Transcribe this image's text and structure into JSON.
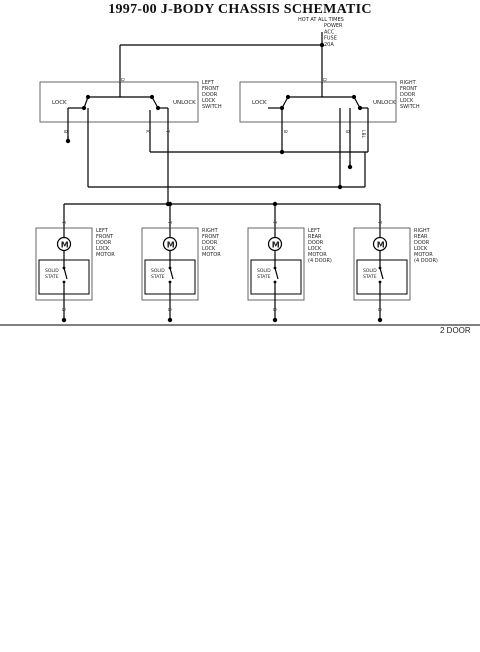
{
  "title": "1997-00 J-BODY CHASSIS SCHEMATIC",
  "power": {
    "line1": "HOT AT ALL TIMES",
    "line2": "POWER",
    "line3": "ACC",
    "line4": "FUSE",
    "line5": "20A"
  },
  "switches": [
    {
      "label_lines": [
        "LEFT",
        "FRONT",
        "DOOR",
        "LOCK",
        "SWITCH"
      ],
      "lock": "LOCK",
      "unlock": "UNLOCK",
      "top_pin": "D",
      "bottom_pins": [
        "B",
        "K",
        "T"
      ]
    },
    {
      "label_lines": [
        "RIGHT",
        "FRONT",
        "DOOR",
        "LOCK",
        "SWITCH"
      ],
      "lock": "LOCK",
      "unlock": "UNLOCK",
      "top_pin": "D",
      "bottom_pins": [
        "B",
        "B",
        "LBL"
      ]
    }
  ],
  "motors": [
    {
      "label_lines": [
        "LEFT",
        "FRONT",
        "DOOR",
        "LOCK",
        "MOTOR"
      ],
      "solid": [
        "SOLID",
        "STATE"
      ],
      "top_pin": "T",
      "bottom_pin": "B",
      "symbol": "M"
    },
    {
      "label_lines": [
        "RIGHT",
        "FRONT",
        "DOOR",
        "LOCK",
        "MOTOR"
      ],
      "solid": [
        "SOLID",
        "STATE"
      ],
      "top_pin": "T",
      "bottom_pin": "B",
      "symbol": "M"
    },
    {
      "label_lines": [
        "LEFT",
        "REAR",
        "DOOR",
        "LOCK",
        "MOTOR",
        "(4 DOOR)"
      ],
      "solid": [
        "SOLID",
        "STATE"
      ],
      "top_pin": "T",
      "bottom_pin": "B",
      "symbol": "M"
    },
    {
      "label_lines": [
        "RIGHT",
        "REAR",
        "DOOR",
        "LOCK",
        "MOTOR",
        "(4 DOOR)"
      ],
      "solid": [
        "SOLID",
        "STATE"
      ],
      "top_pin": "T",
      "bottom_pin": "B",
      "symbol": "M"
    }
  ],
  "footer": {
    "door_label": "2 DOOR"
  }
}
